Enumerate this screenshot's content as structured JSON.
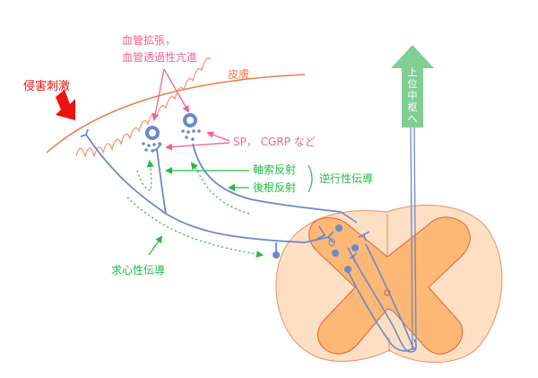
{
  "labels": {
    "noxious_stimulus": "侵害刺激",
    "skin": "皮膚",
    "vasodilation_line1": "血管拡張，",
    "vasodilation_line2": "血管透過性亢進",
    "neuropeptides": "SP，  CGRP など",
    "axon_reflex": "軸索反射",
    "dorsal_root_reflex": "後根反射",
    "antidromic_conduction": "逆行性伝導",
    "afferent_conduction": "求心性伝導",
    "to_higher_center": [
      "上",
      "位",
      "中",
      "枢",
      "へ"
    ]
  },
  "colors": {
    "stimulus": "#ee1111",
    "skin": "#f07840",
    "pink_label": "#f0648c",
    "green": "#22bb44",
    "nerve": "#6a8acb",
    "arrow_up": "#7fcf95",
    "cord_white": "#fde0c4",
    "cord_gray": "#fcb874",
    "cord_outline": "#ef8a5a"
  }
}
